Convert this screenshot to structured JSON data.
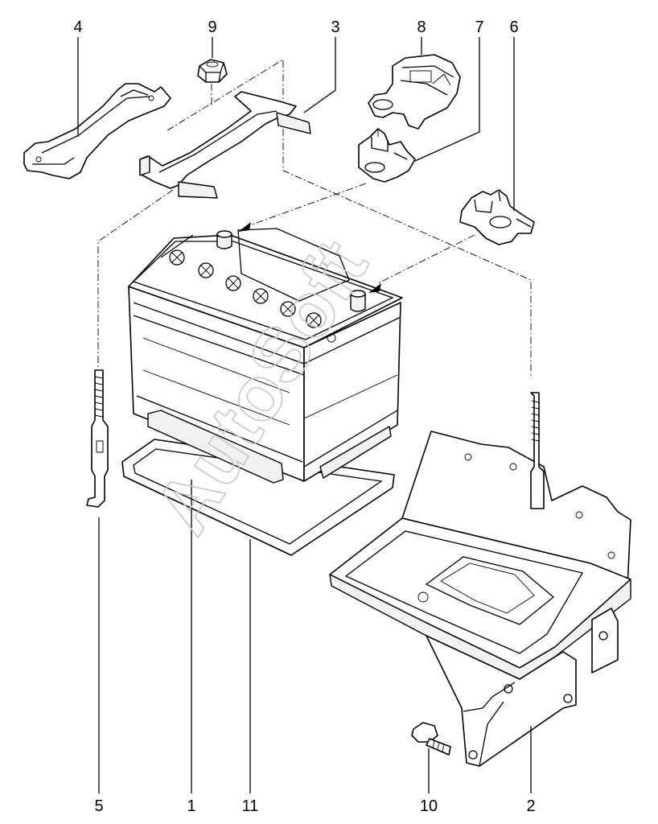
{
  "watermark": "AutoSoft",
  "callouts": {
    "c1": "1",
    "c2": "2",
    "c3": "3",
    "c4": "4",
    "c5": "5",
    "c6": "6",
    "c7": "7",
    "c8": "8",
    "c9": "9",
    "c10": "10",
    "c11": "11"
  },
  "parts": [
    {
      "id": "1",
      "name": "battery"
    },
    {
      "id": "2",
      "name": "battery-tray"
    },
    {
      "id": "3",
      "name": "hold-down-clamp-bar"
    },
    {
      "id": "4",
      "name": "retaining-strap"
    },
    {
      "id": "5",
      "name": "hook-bolt"
    },
    {
      "id": "6",
      "name": "negative-terminal-clamp"
    },
    {
      "id": "7",
      "name": "positive-terminal-clamp"
    },
    {
      "id": "8",
      "name": "terminal-cover"
    },
    {
      "id": "9",
      "name": "nut"
    },
    {
      "id": "10",
      "name": "tray-bolt"
    },
    {
      "id": "11",
      "name": "battery-base-pad"
    }
  ]
}
